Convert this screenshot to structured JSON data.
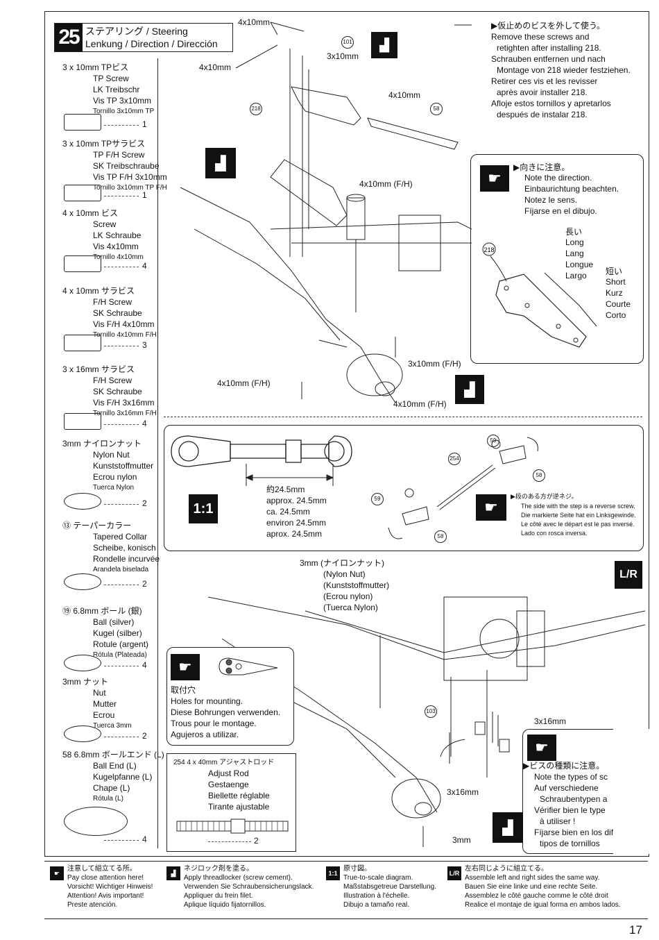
{
  "step": {
    "number": "25",
    "title_line1": "ステアリング  / Steering",
    "title_line2": "Lenkung / Direction / Dirección"
  },
  "parts": [
    {
      "lines": [
        "3 x 10mm  TPビス",
        "TP Screw",
        "LK Treibschr",
        "Vis TP 3x10mm",
        "Tornillo 3x10mm TP"
      ],
      "qty": "1"
    },
    {
      "lines": [
        "3 x 10mm  TPサラビス",
        "TP F/H Screw",
        "SK Treibschraube",
        "Vis TP F/H 3x10mm",
        "Tornillo 3x10mm TP F/H"
      ],
      "qty": "1"
    },
    {
      "lines": [
        "4 x 10mm ビス",
        "Screw",
        "LK Schraube",
        "Vis 4x10mm",
        "Tornillo 4x10mm"
      ],
      "qty": "4"
    },
    {
      "lines": [
        "4 x 10mm サラビス",
        "F/H Screw",
        "SK Schraube",
        "Vis F/H 4x10mm",
        "Tornillo 4x10mm F/H"
      ],
      "qty": "3"
    },
    {
      "lines": [
        "3 x 16mm サラビス",
        "F/H Screw",
        "SK Schraube",
        "Vis F/H 3x16mm",
        "Tornillo 3x16mm F/H"
      ],
      "qty": "4"
    },
    {
      "lines": [
        "3mm  ナイロンナット",
        "Nylon Nut",
        "Kunststoffmutter",
        "Ecrou nylon",
        "Tuerca Nylon"
      ],
      "qty": "2"
    },
    {
      "lines": [
        "⑬ テーパーカラー",
        "Tapered Collar",
        "Scheibe, konisch",
        "Rondelle incurvée",
        "Arandela biselada"
      ],
      "qty": "2"
    },
    {
      "lines": [
        "⑲ 6.8mm  ボール (銀)",
        "Ball (silver)",
        "Kugel (silber)",
        "Rotule (argent)",
        "Rótula (Plateada)"
      ],
      "qty": "4"
    },
    {
      "lines": [
        "3mm        ナット",
        "Nut",
        "Mutter",
        "Ecrou",
        "Tuerca 3mm"
      ],
      "qty": "2"
    },
    {
      "lines": [
        "58 6.8mm  ボールエンド (L)",
        "Ball End (L)",
        "Kugelpfanne (L)",
        "Chape (L)",
        "Rótula (L)"
      ],
      "qty": "4"
    }
  ],
  "adjust_rod": {
    "lines": [
      "254 4 x 40mm アジャストロッド",
      "Adjust Rod",
      "Gestaenge",
      "Biellette réglable",
      "Tirante ajustable"
    ],
    "qty": "2"
  },
  "callouts": {
    "remove_screws": [
      "仮止めのビスを外して使う。",
      "Remove these screws and",
      "retighten after installing  218.",
      "Schrauben entfernen und nach",
      "Montage von 218 wieder festziehen.",
      "Retirer ces vis et les revisser",
      "après avoir installer 218.",
      "Afloje estos tornillos y apretarlos",
      "después de instalar 218."
    ],
    "direction": [
      "向きに注意。",
      "Note the direction.",
      "Einbaurichtung beachten.",
      "Notez le sens.",
      "Fíjarse en el dibujo."
    ],
    "long": [
      "長い",
      "Long",
      "Lang",
      "Longue",
      "Largo"
    ],
    "short": [
      "短い",
      "Short",
      "Kurz",
      "Courte",
      "Corto"
    ],
    "reverse_screw": [
      "段のある方が逆ネジ。",
      "The side with the step is a reverse screw.",
      "Die markierte Seite hat ein Linksgewinde.",
      "Le côté avec le départ est le pas inversé.",
      "Lado con rosca inversa."
    ],
    "rod_length": [
      "約24.5mm",
      "approx. 24.5mm",
      "ca. 24.5mm",
      "environ 24.5mm",
      "aprox. 24.5mm"
    ],
    "nylon_nut": [
      "3mm (ナイロンナット)",
      "(Nylon Nut)",
      "(Kunststoffmutter)",
      "(Ecrou nylon)",
      "(Tuerca Nylon)"
    ],
    "mounting": [
      "取付穴",
      "Holes for mounting.",
      "Diese Bohrungen verwenden.",
      "Trous pour le montage.",
      "Agujeros a utilizar."
    ],
    "screw_types": [
      "ビスの種類に注意。",
      "Note the types of sc",
      "Auf verschiedene",
      "Schraubentypen a",
      "Vérifier bien le type",
      "à utiliser !",
      "Fíjarse bien en los dife",
      "tipos de tornillos"
    ]
  },
  "labels": {
    "top_4x10a": "4x10mm",
    "top_4x10b": "4x10mm",
    "top_3x10": "3x10mm",
    "top_4x10c": "4x10mm",
    "mid_4x10fh": "4x10mm (F/H)",
    "mid_3x10fh": "3x10mm (F/H)",
    "low_4x10fh_a": "4x10mm (F/H)",
    "low_4x10fh_b": "4x10mm (F/H)",
    "p218a": "218",
    "p218b": "218",
    "p101": "101",
    "p58a": "58",
    "p58b": "58",
    "p58c": "58",
    "p59a": "59",
    "p59b": "59",
    "p254": "254",
    "p103": "103",
    "b3x16a": "3x16mm",
    "b3x16b": "3x16mm",
    "b3mm": "3mm",
    "scale": "1:1",
    "lr": "L/R"
  },
  "legend": [
    {
      "icon": "hand-icon",
      "lines": [
        "注意して組立てる所。",
        "Pay close attention here!",
        "Vorsicht!  Wichtiger Hinweis!",
        "Attention! Avis important!",
        "Preste atención."
      ]
    },
    {
      "icon": "threadlocker-icon",
      "lines": [
        "ネジロック剤を塗る。",
        "Apply threadlocker (screw cement).",
        "Verwenden Sie Schraubensicherungslack.",
        "Appliquer du frein filet.",
        "Aplique líquido fijatornillos."
      ]
    },
    {
      "icon": "scale-icon",
      "icon_text": "1:1",
      "lines": [
        "原寸図。",
        "True-to-scale diagram.",
        "Maßstabsgetreue Darstellung.",
        "Illustration à l'échelle.",
        "Dibujo a tamaño real."
      ]
    },
    {
      "icon": "left-right-icon",
      "icon_text": "L/R",
      "lines": [
        "左右同じように組立てる。",
        "Assemble left and right sides the same way.",
        "Bauen Sie eine linke und eine rechte Seite.",
        "Assemblez le côté gauche comme le côté droit",
        "Realice el montaje de igual forma en ambos lados."
      ]
    }
  ],
  "page_number": "17"
}
